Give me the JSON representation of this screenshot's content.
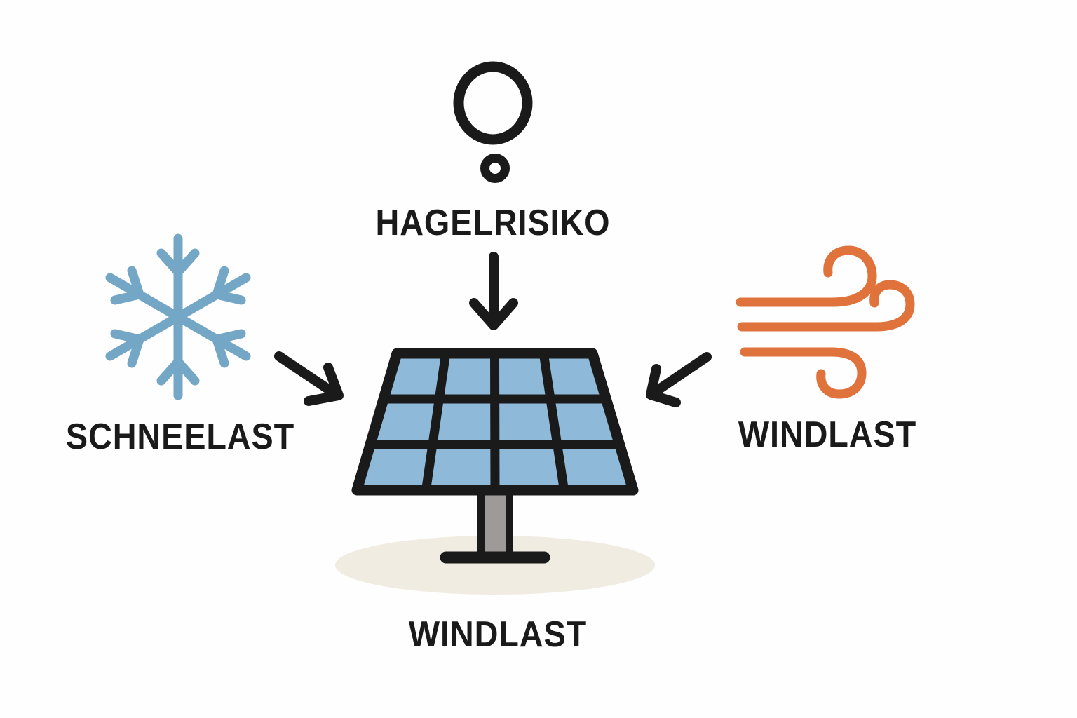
{
  "labels": {
    "hail": "HAGELRISIKO",
    "snow": "SCHNEELAST",
    "wind": "WINDLAST",
    "bottom": "WINDLAST"
  },
  "diagram": {
    "type": "hazard-illustration",
    "center_object": "solar-panel-on-stand",
    "hazards": [
      {
        "label": "HAGELRISIKO",
        "icon": "hail-circles-icon",
        "position": "top",
        "arrow_direction": "down"
      },
      {
        "label": "SCHNEELAST",
        "icon": "snowflake-icon",
        "position": "left",
        "arrow_direction": "down-right"
      },
      {
        "label": "WINDLAST",
        "icon": "wind-gusts-icon",
        "position": "right",
        "arrow_direction": "down-left"
      },
      {
        "label": "WINDLAST",
        "icon": null,
        "position": "bottom",
        "arrow_direction": null
      }
    ]
  },
  "colors": {
    "ink": "#1A1A1A",
    "snow_blue": "#74A6C6",
    "panel_blue": "#8FB9D8",
    "wind_orange": "#E0723C",
    "pole_gray": "#9E9A9A",
    "shadow_beige": "#F1ECE2",
    "background": "#FEFEFE"
  }
}
